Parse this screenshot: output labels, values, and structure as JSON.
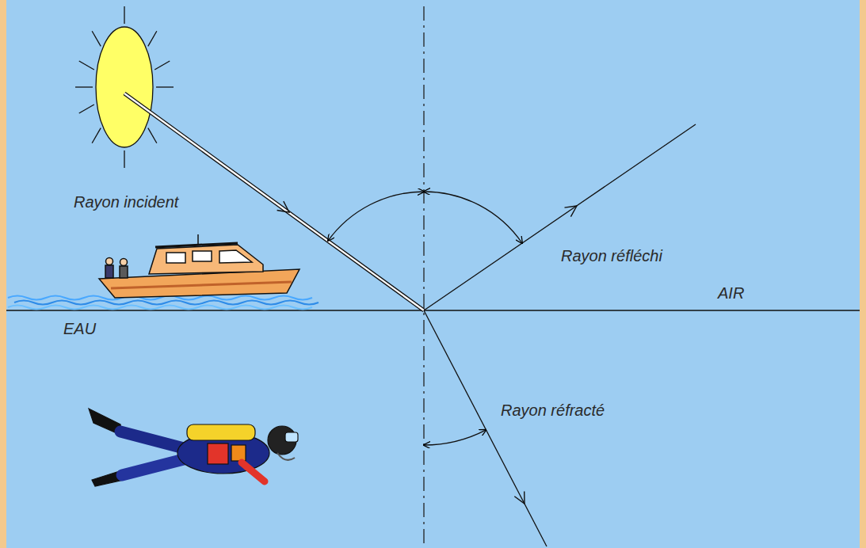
{
  "diagram": {
    "labels": [
      "Rayon incident",
      "Rayon réfléchi",
      "AIR",
      "EAU",
      "Rayon réfracté"
    ]
  }
}
